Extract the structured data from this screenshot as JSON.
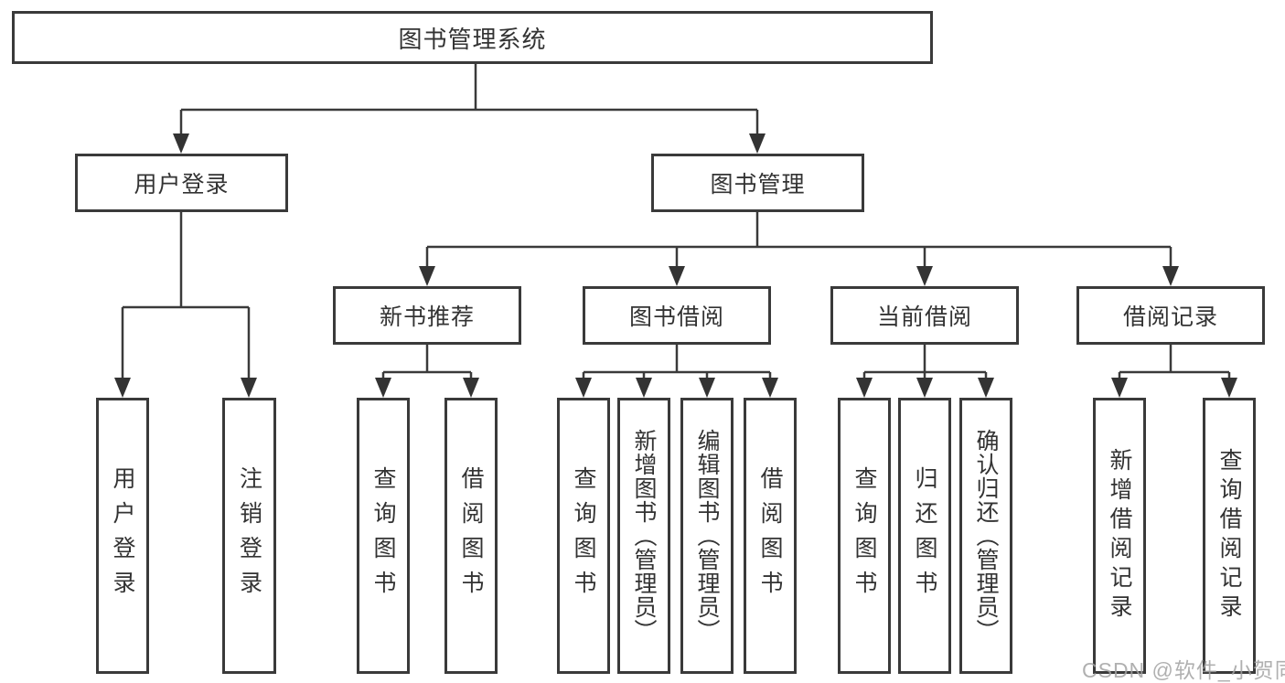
{
  "diagram": {
    "tree": {
      "root": {
        "label": "图书管理系统"
      },
      "user_login": {
        "label": "用户登录",
        "children": [
          {
            "label": "用户登录"
          },
          {
            "label": "注销登录"
          }
        ]
      },
      "book_management": {
        "label": "图书管理",
        "sections": [
          {
            "label": "新书推荐",
            "children": [
              {
                "label": "查询图书"
              },
              {
                "label": "借阅图书"
              }
            ]
          },
          {
            "label": "图书借阅",
            "children": [
              {
                "label": "查询图书"
              },
              {
                "label": "新增图书（管理员）"
              },
              {
                "label": "编辑图书（管理员）"
              },
              {
                "label": "借阅图书"
              }
            ]
          },
          {
            "label": "当前借阅",
            "children": [
              {
                "label": "查询图书"
              },
              {
                "label": "归还图书"
              },
              {
                "label": "确认归还（管理员）"
              }
            ]
          },
          {
            "label": "借阅记录",
            "children": [
              {
                "label": "新增借阅记录"
              },
              {
                "label": "查询借阅记录"
              }
            ]
          }
        ]
      }
    },
    "watermark": "CSDN @软件_小贺同学",
    "colors": {
      "line": "#3a3a3a",
      "border": "#3a3a3a",
      "text": "#333333",
      "watermark": "#a3a3a3",
      "background": "#ffffff"
    }
  }
}
